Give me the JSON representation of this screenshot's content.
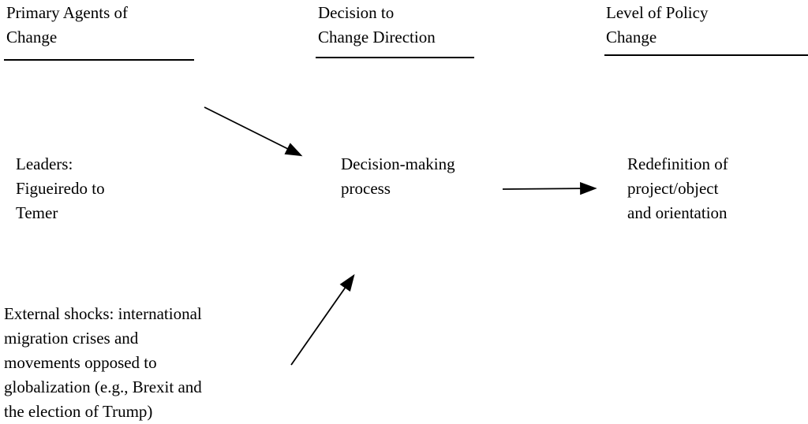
{
  "diagram": {
    "headers": [
      {
        "label": "Primary Agents of\nChange"
      },
      {
        "label": "Decision to\nChange Direction"
      },
      {
        "label": "Level of Policy\nChange"
      }
    ],
    "nodes": {
      "leaders": "Leaders:\nFigueiredo to\nTemer",
      "decision_process": "Decision-making\nprocess",
      "redefinition": "Redefinition of\nproject/object\nand orientation",
      "external_shocks": "External shocks: international\nmigration crises and\nmovements opposed to\nglobalization (e.g., Brexit and\nthe election of Trump)"
    },
    "colors": {
      "text": "#000000",
      "line": "#000000",
      "background": "#ffffff"
    }
  }
}
